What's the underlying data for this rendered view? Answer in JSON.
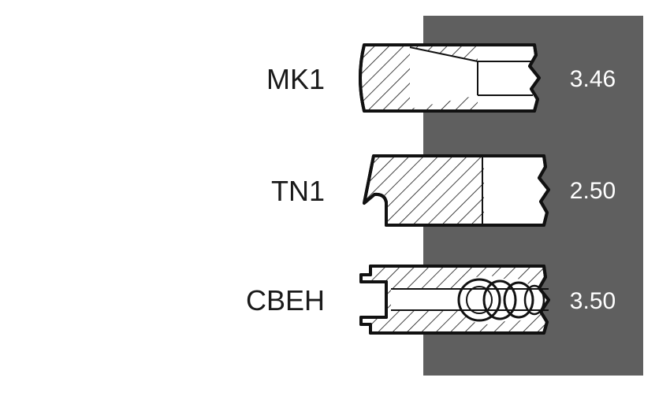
{
  "colors": {
    "panel": "#5f5f5f",
    "outline": "#111111",
    "label_text": "#1a1a1a",
    "value_text": "#ffffff",
    "background": "#ffffff"
  },
  "rings": [
    {
      "label": "MK1",
      "value": "3.46"
    },
    {
      "label": "TN1",
      "value": "2.50"
    },
    {
      "label": "CBEH",
      "value": "3.50"
    }
  ]
}
